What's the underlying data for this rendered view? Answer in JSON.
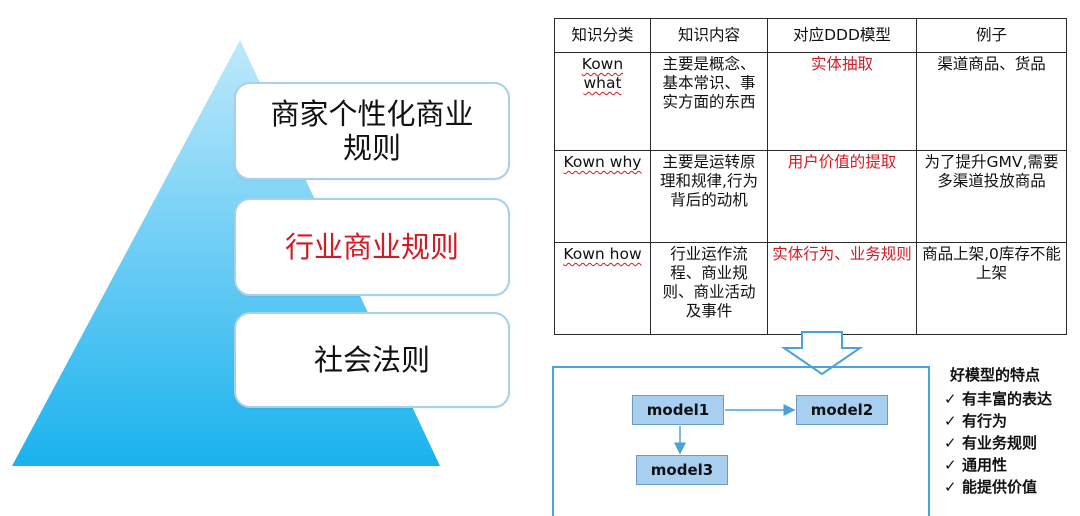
{
  "colors": {
    "pyramid_top": "#bfe9fb",
    "pyramid_bottom": "#1ab2ee",
    "highlight": "#d21b25",
    "model_fill": "#a9cff0",
    "box_border": "#4aa3d8"
  },
  "pyramid": {
    "tiers": [
      {
        "label": "商家个性化商业\n规则",
        "highlight": false
      },
      {
        "label": "行业商业规则",
        "highlight": true
      },
      {
        "label": "社会法则",
        "highlight": false
      }
    ]
  },
  "table": {
    "headers": [
      "知识分类",
      "知识内容",
      "对应DDD模型",
      "例子"
    ],
    "rows": [
      {
        "category": "Kown\nwhat",
        "content": "主要是概念、基本常识、事实方面的东西",
        "ddd": "实体抽取",
        "example": "渠道商品、货品"
      },
      {
        "category": "Kown why",
        "content": "主要是运转原理和规律,行为背后的动机",
        "ddd": "用户价值的提取",
        "example": "为了提升GMV,需要多渠道投放商品"
      },
      {
        "category": "Kown how",
        "content": "行业运作流程、商业规则、商业活动及事件",
        "ddd": "实体行为、业务规则",
        "example": "商品上架,0库存不能上架"
      }
    ]
  },
  "models": {
    "model1": "model1",
    "model2": "model2",
    "model3": "model3"
  },
  "features": {
    "title": "好模型的特点",
    "check_glyph": "✓",
    "items": [
      "有丰富的表达",
      "有行为",
      "有业务规则",
      "通用性",
      "能提供价值"
    ]
  }
}
